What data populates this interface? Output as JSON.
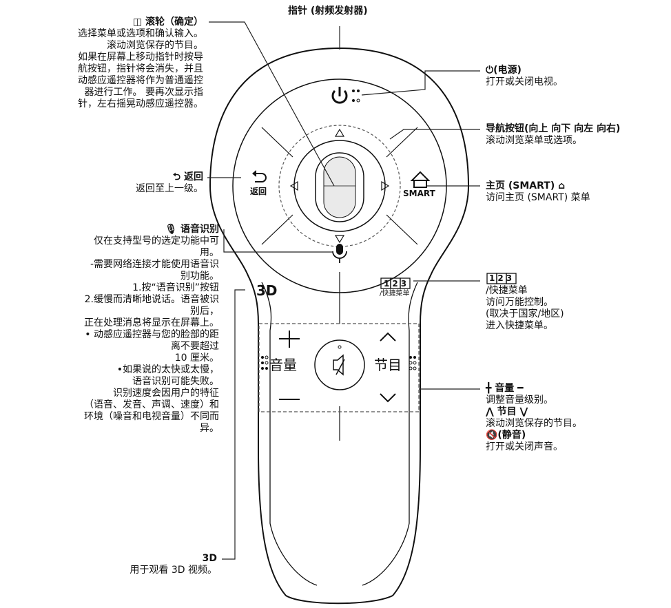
{
  "top_label": "指针 (射频发射器)",
  "left": {
    "scroll": {
      "title": "◫ 滚轮（确定）",
      "desc": "选择菜单或选项和确认输入。\n滚动浏览保存的节目。\n如果在屏幕上移动指针时按导\n航按钮，指针将会消失，并且\n动感应遥控器将作为普通遥控\n器进行工作。 要再次显示指\n针，左右摇晃动感应遥控器。"
    },
    "back": {
      "title": "⮌ 返回",
      "desc": "返回至上一级。"
    },
    "voice": {
      "title": "🎙 语音识别",
      "desc": "仅在支持型号的选定功能中可\n用。\n-需要网络连接才能使用语音识\n别功能。\n1.按“语音识别”按钮\n2.缓慢而清晰地说话。语音被识\n别后，\n正在处理消息将显示在屏幕上。\n• 动感应遥控器与您的脸部的距\n离不要超过\n10 厘米。\n•如果说的太快或太慢，\n语音识别可能失败。\n识别速度会因用户的特征\n（语音、发音、声调、速度）和\n环境（噪音和电视音量）不同而\n异。"
    },
    "three_d": {
      "title": "3D",
      "desc": "用于观看 3D 视频。"
    }
  },
  "right": {
    "power": {
      "title": "⏻(电源)",
      "desc": "打开或关闭电视。"
    },
    "nav": {
      "title": "导航按钮(向上 向下 向左 向右)",
      "desc": "滚动浏览菜单或选项。"
    },
    "home": {
      "title": "主页 (SMART) ⌂",
      "desc": "访问主页 (SMART) 菜单"
    },
    "quick": {
      "title": "123",
      "desc": "/快捷菜单\n访问万能控制。\n(取决于国家/地区)\n进入快捷菜单。"
    },
    "volume": {
      "title": "╋ 音量 ━",
      "desc1": "调整音量级别。",
      "ch_title": "⋀ 节目 ⋁",
      "desc2": "滚动浏览保存的节目。",
      "mute_title": "🔇(静音)",
      "desc3": "打开或关闭声音。"
    }
  },
  "remote": {
    "back_text": "返回",
    "smart_text": "SMART",
    "three_d_text": "3D",
    "quick_text": "123",
    "quick_sub": "/快捷菜单",
    "volume_text": "音量",
    "channel_text": "节目"
  }
}
